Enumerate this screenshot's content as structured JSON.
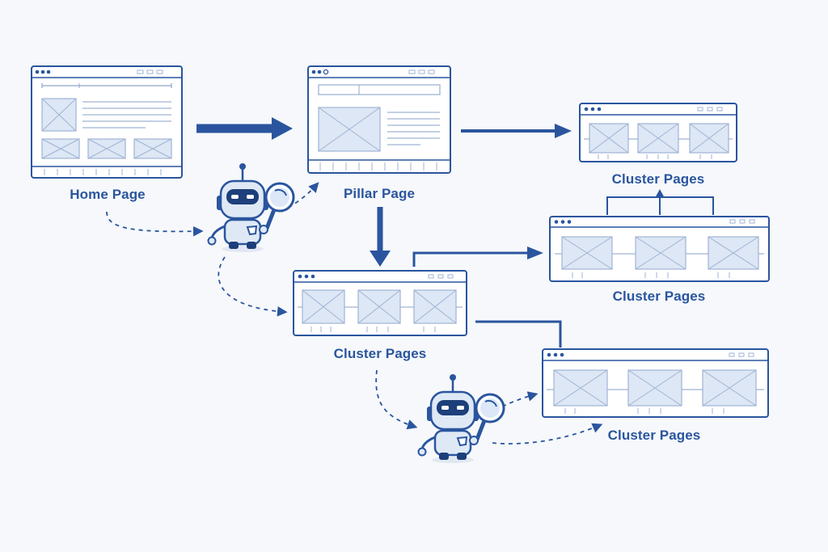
{
  "colors": {
    "background": "#f6f8fb",
    "stroke": "#2a559e",
    "stroke_light": "#9fb3d4",
    "window_fill": "#ffffff",
    "placeholder_fill": "#dde7f5",
    "robot_body": "#dfe9f6",
    "robot_dark": "#1d3f7a",
    "label": "#2a559e"
  },
  "nodes": {
    "home_page": "Home Page",
    "pillar_page": "Pillar Page",
    "cluster_main": "Cluster Pages",
    "cluster_top_right": "Cluster Pages",
    "cluster_middle_right": "Cluster Pages",
    "cluster_bottom_right": "Cluster Pages"
  },
  "icons": {
    "crawler": "robot-with-magnifier-icon",
    "window_controls": "window-dots-icon",
    "image_placeholder": "image-placeholder-icon"
  }
}
